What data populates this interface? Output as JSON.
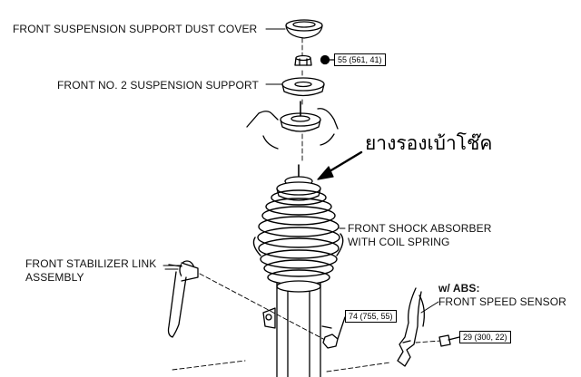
{
  "labels": {
    "dust_cover": "FRONT SUSPENSION SUPPORT DUST COVER",
    "no2_support": "FRONT NO. 2 SUSPENSION SUPPORT",
    "thai_callout": "ยางรองเบ้าโช๊ค",
    "shock_line1": "FRONT SHOCK ABSORBER",
    "shock_line2": "WITH COIL SPRING",
    "stab_line1": "FRONT STABILIZER LINK",
    "stab_line2": "ASSEMBLY",
    "abs_line1": "w/ ABS:",
    "abs_line2": "FRONT SPEED SENSOR"
  },
  "torque": {
    "t1": "55 (561, 41)",
    "t2": "74 (755, 55)",
    "t3": "29 (300, 22)"
  }
}
